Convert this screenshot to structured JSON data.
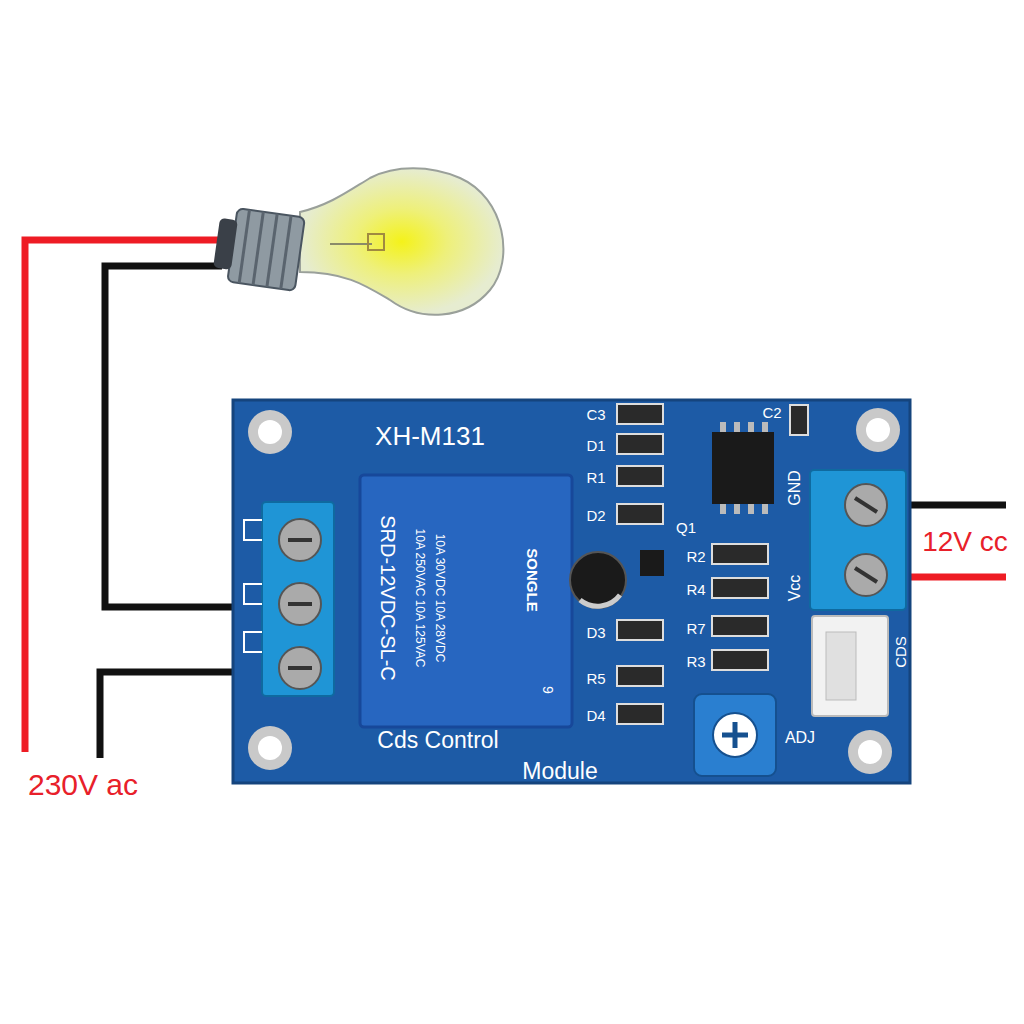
{
  "diagram": {
    "labels": [
      "XH-M131",
      "C3",
      "D1",
      "R1",
      "D2",
      "Q1",
      "C2",
      "GND",
      "R2",
      "R4",
      "Vcc",
      "R7",
      "R3",
      "CDS",
      "D3",
      "R5",
      "D4",
      "ADJ",
      "Cds Control",
      "Module",
      "SRD-12VDC-SL-C",
      "10A 250VAC 10A 125VAC",
      "10A 30VDC 10A 28VDC",
      "SONGLE",
      "9",
      "12V cc",
      "230V ac"
    ]
  }
}
